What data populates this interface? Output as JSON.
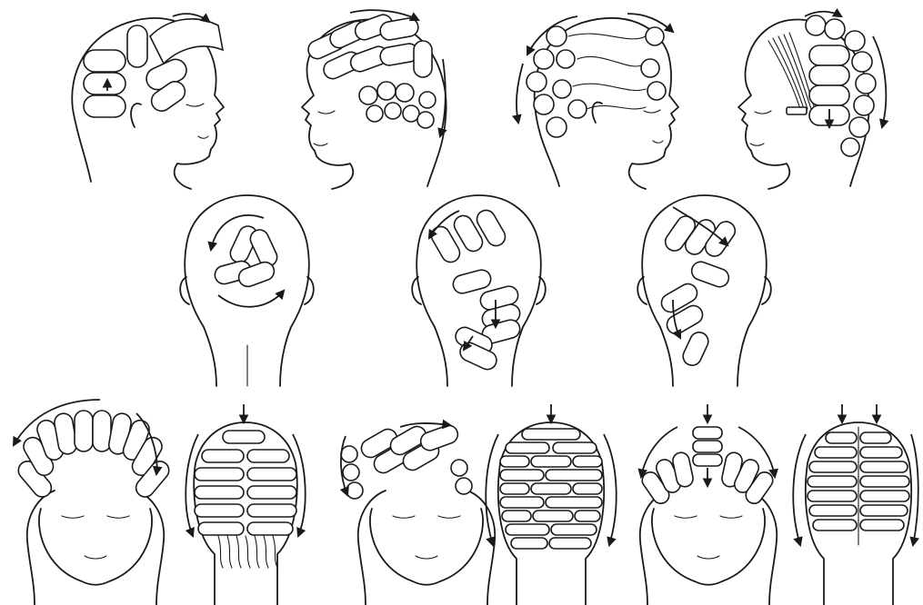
{
  "figure": {
    "background": "#ffffff",
    "ink": "#1a1a1a",
    "rows": [
      {
        "panels": [
          {
            "view": "profile-right",
            "pattern": "directional-wrap-forward"
          },
          {
            "view": "profile-left",
            "pattern": "brick-curl-crown"
          },
          {
            "view": "profile-right",
            "pattern": "wave-curls"
          },
          {
            "view": "profile-left",
            "pattern": "side-part-vertical-rollers"
          }
        ]
      },
      {
        "panels": [
          {
            "view": "back",
            "pattern": "spiral-center"
          },
          {
            "view": "back",
            "pattern": "zigzag-blocks"
          },
          {
            "view": "back",
            "pattern": "diagonal-blocks"
          }
        ]
      },
      {
        "panels": [
          {
            "view": "front",
            "pattern": "halo-fan"
          },
          {
            "view": "back",
            "pattern": "horizontal-stacks"
          },
          {
            "view": "front",
            "pattern": "asymmetric-fan"
          },
          {
            "view": "back",
            "pattern": "brick-lay"
          },
          {
            "view": "front",
            "pattern": "mohawk-center"
          },
          {
            "view": "back",
            "pattern": "double-center-split"
          }
        ]
      }
    ]
  }
}
